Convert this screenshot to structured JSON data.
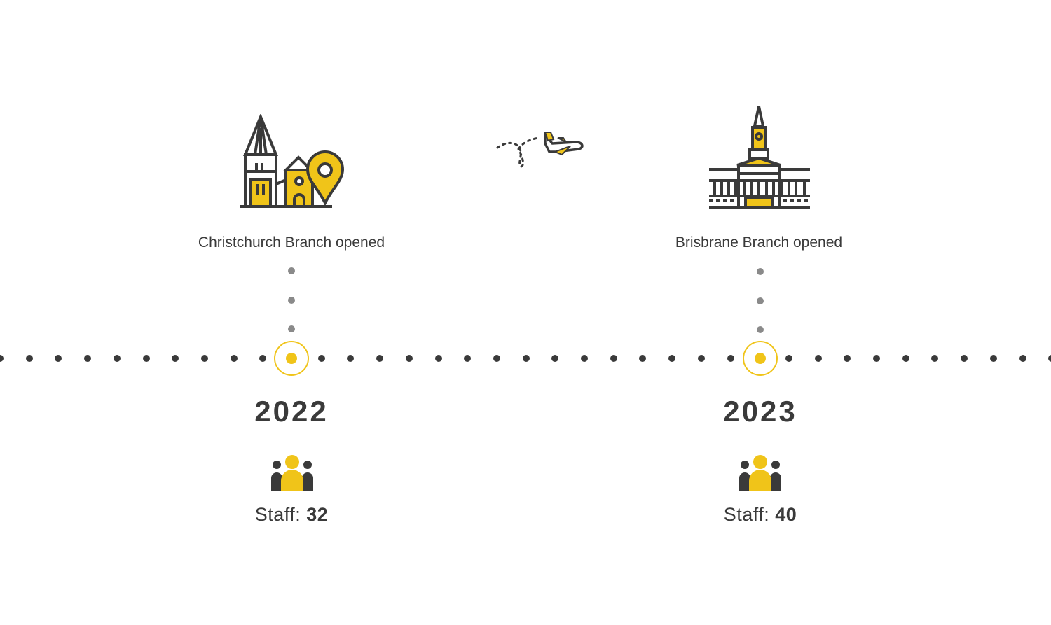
{
  "colors": {
    "dark": "#3a3a3a",
    "accent": "#f0c419",
    "connector": "#8a8a8a"
  },
  "milestones": [
    {
      "label": "Christchurch Branch opened",
      "year": "2022",
      "staff_label": "Staff:",
      "staff_count": "32",
      "icon": "christchurch-landmark-icon"
    },
    {
      "label": "Brisbrane Branch opened",
      "year": "2023",
      "staff_label": "Staff:",
      "staff_count": "40",
      "icon": "brisbane-city-hall-icon"
    }
  ],
  "transition_icon": "airplane-icon"
}
